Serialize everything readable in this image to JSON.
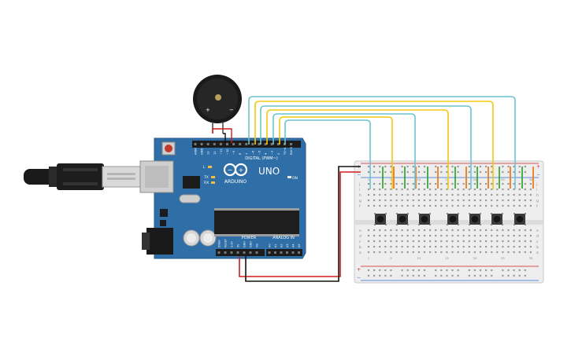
{
  "colors": {
    "board": "#2f6ea6",
    "board_edge": "#245a8a",
    "wire_yellow": "#f2c811",
    "wire_cyan": "#6cc4d0",
    "wire_red": "#d11d1d",
    "wire_black": "#111111",
    "jumper_green": "#3aa83a",
    "jumper_orange": "#f07a1a",
    "breadboard": "#eeeeee"
  },
  "arduino": {
    "brand": "ARDUINO",
    "model": "UNO",
    "digital_label": "DIGITAL (PWM~)",
    "power_label": "POWER",
    "analog_label": "ANALOG IN",
    "on_label": "ON",
    "led_l": "L",
    "led_tx": "TX",
    "led_rx": "RX",
    "aref": "AREF",
    "gnd": "GND",
    "digital_pins": [
      "13",
      "12",
      "~11",
      "~10",
      "~9",
      "8",
      "7",
      "~6",
      "~5",
      "4",
      "~3",
      "2",
      "TX→1",
      "RX←0"
    ],
    "power_pins": [
      "IOREF",
      "RESET",
      "3.3V",
      "5V",
      "GND",
      "GND",
      "Vin"
    ],
    "analog_pins": [
      "A0",
      "A1",
      "A2",
      "A3",
      "A4",
      "A5"
    ]
  },
  "buzzer": {
    "plus": "+",
    "minus": "−"
  },
  "breadboard": {
    "row_letters_top": [
      "j",
      "i",
      "h",
      "g",
      "f"
    ],
    "row_letters_bottom": [
      "e",
      "d",
      "c",
      "b",
      "a"
    ],
    "rail_plus": "+",
    "rail_minus": "−",
    "column_numbers": [
      "1",
      "5",
      "10",
      "15",
      "20",
      "25",
      "30"
    ]
  },
  "buttons": {
    "count": 7
  }
}
